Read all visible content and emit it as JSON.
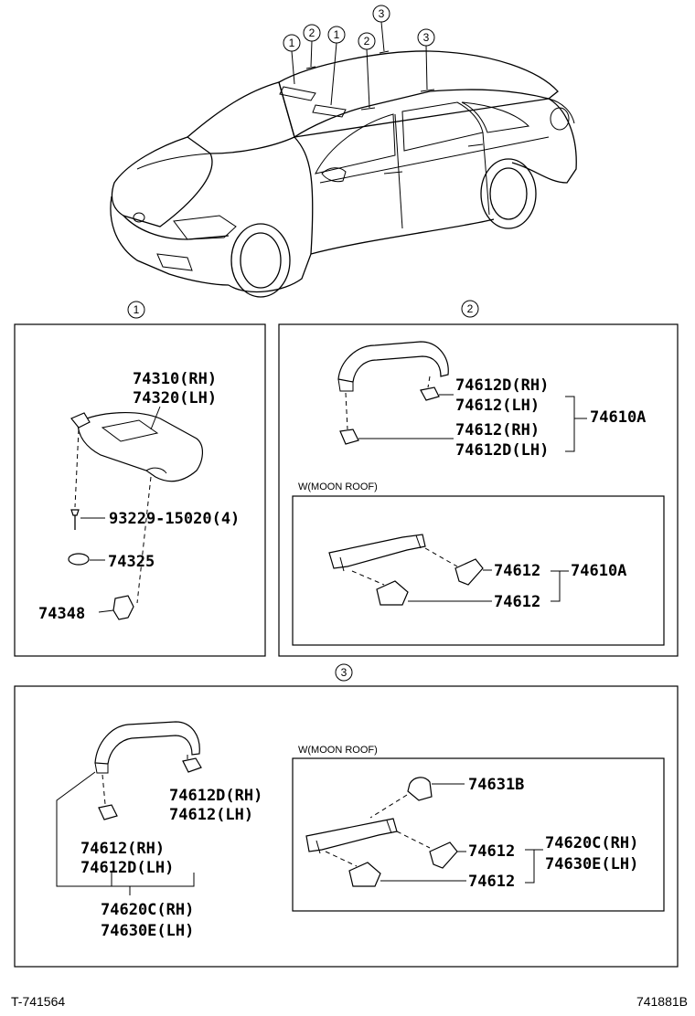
{
  "callouts": {
    "c1": "1",
    "c2": "2",
    "c3": "3"
  },
  "section1": {
    "sun_visor_rh": "74310(RH)",
    "sun_visor_lh": "74320(LH)",
    "screw": "93229-15020(4)",
    "cover": "74325",
    "holder": "74348"
  },
  "section2": {
    "grip_end_a1": "74612D(RH)",
    "grip_end_a2": "74612(LH)",
    "grip_end_b1": "74612(RH)",
    "grip_end_b2": "74612D(LH)",
    "assy": "74610A",
    "moon_roof_caption": "W(MOON ROOF)",
    "mr_end_1": "74612",
    "mr_end_2": "74612",
    "mr_assy": "74610A"
  },
  "section3": {
    "grip_end_a1": "74612D(RH)",
    "grip_end_a2": "74612(LH)",
    "grip_end_b1": "74612(RH)",
    "grip_end_b2": "74612D(LH)",
    "assy_rh": "74620C(RH)",
    "assy_lh": "74630E(LH)",
    "moon_roof_caption": "W(MOON ROOF)",
    "mr_hook": "74631B",
    "mr_end_1": "74612",
    "mr_end_2": "74612",
    "mr_assy_rh": "74620C(RH)",
    "mr_assy_lh": "74630E(LH)"
  },
  "footer": {
    "left_code": "T-741564",
    "right_code": "741881B"
  }
}
